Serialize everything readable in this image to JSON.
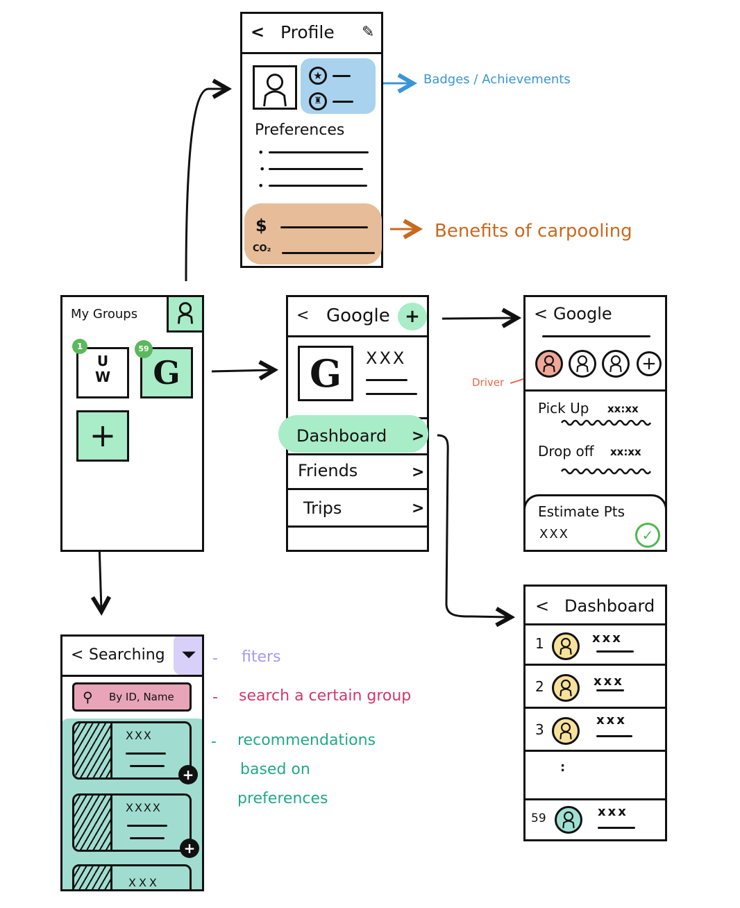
{
  "colors": {
    "green_highlight": "#a8ecc8",
    "green_badge": "#5cb85c",
    "blue_highlight": "#a9d2ee",
    "blue_note": "#3a95d8",
    "orange_highlight": "#e6bd98",
    "orange_note": "#c8691e",
    "driver_red": "#f0a898",
    "driver_note": "#e8684a",
    "yellow_avatar": "#f8e19a",
    "teal_avatar": "#9fe0d2",
    "teal_area": "#a0ddd0",
    "purple_filter": "#d8d0f8",
    "purple_note": "#a898f0",
    "pink_search": "#e8a4b8",
    "pink_note": "#d0386a",
    "teal_note": "#22a888",
    "check_green": "#4cb84c"
  },
  "profile": {
    "back": "<",
    "title": "Profile",
    "edit_icon": "pencil-icon",
    "avatar_icon": "person-icon",
    "badges": [
      {
        "icon": "star-badge-icon",
        "glyph": "★"
      },
      {
        "icon": "trophy-badge-icon",
        "glyph": "🏆"
      }
    ],
    "preferences_title": "Preferences",
    "preference_items": [
      "",
      "",
      ""
    ],
    "benefits": [
      {
        "label": "$"
      },
      {
        "label": "CO₂"
      }
    ]
  },
  "annotations": {
    "badges": "Badges / Achievements",
    "benefits": "Benefits of carpooling",
    "driver": "Driver",
    "filters": "fiters",
    "search": "search a certain group",
    "recommendations": [
      "recommendations",
      "based on",
      "preferences"
    ],
    "dash": "-"
  },
  "my_groups": {
    "title": "My Groups",
    "profile_icon": "person-icon",
    "groups": [
      {
        "label_top": "U",
        "label_bottom": "W",
        "badge": "1"
      },
      {
        "label": "G",
        "badge": "59"
      }
    ],
    "add_label": "+"
  },
  "group": {
    "back": "<",
    "title": "Google",
    "add_label": "+",
    "logo": "G",
    "name": "XXX",
    "menu": [
      {
        "label": "Dashboard",
        "chevron": ">"
      },
      {
        "label": "Friends",
        "chevron": ">"
      },
      {
        "label": "Trips",
        "chevron": ">"
      }
    ]
  },
  "trip": {
    "back": "<",
    "title": "Google",
    "add_member": "+",
    "pickup_label": "Pick Up",
    "pickup_time": "xx:xx",
    "dropoff_label": "Drop off",
    "dropoff_time": "xx:xx",
    "estimate_label": "Estimate Pts",
    "estimate_value": "XXX",
    "check_icon": "✓"
  },
  "dashboard": {
    "back": "<",
    "title": "Dashboard",
    "entries": [
      {
        "rank": "1",
        "name": "xxx"
      },
      {
        "rank": "2",
        "name": "xxx"
      },
      {
        "rank": "3",
        "name": "xxx"
      }
    ],
    "ellipsis": ":",
    "self_entry": {
      "rank": "59",
      "name": "xxx"
    }
  },
  "searching": {
    "back": "<",
    "title": "Searching",
    "filter_icon": "filter-icon",
    "search_placeholder": "By ID, Name",
    "results": [
      {
        "name": "XXX",
        "add": "+"
      },
      {
        "name": "XXXX",
        "add": "+"
      },
      {
        "name": "XXX"
      }
    ]
  }
}
